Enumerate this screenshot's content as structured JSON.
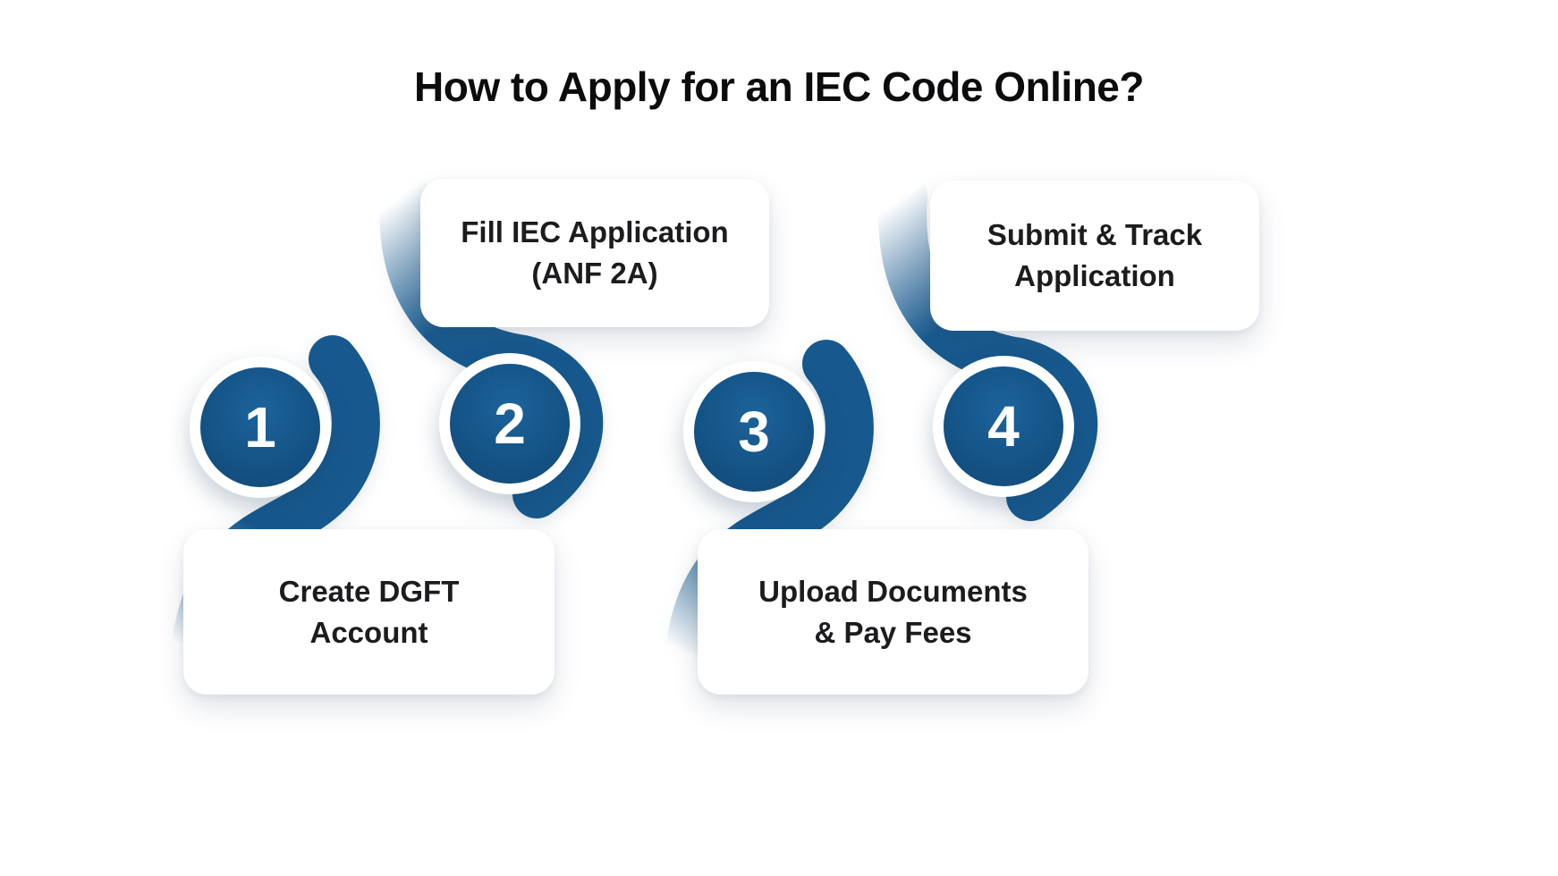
{
  "title": "How to Apply for an IEC Code Online?",
  "colors": {
    "accent_blue": "#17598E",
    "circle_blue": "#134F80",
    "card_background": "#FFFFFF",
    "text_dark": "#1C1C1F"
  },
  "steps": [
    {
      "number": "1",
      "label": "Create DGFT Account",
      "lines": [
        "Create DGFT",
        "Account"
      ],
      "card_position": "below"
    },
    {
      "number": "2",
      "label": "Fill IEC Application (ANF 2A)",
      "lines": [
        "Fill IEC Application",
        "(ANF 2A)"
      ],
      "card_position": "above"
    },
    {
      "number": "3",
      "label": "Upload Documents & Pay Fees",
      "lines": [
        "Upload Documents",
        "& Pay Fees"
      ],
      "card_position": "below"
    },
    {
      "number": "4",
      "label": "Submit & Track Application",
      "lines": [
        "Submit & Track",
        "Application"
      ],
      "card_position": "above"
    }
  ]
}
